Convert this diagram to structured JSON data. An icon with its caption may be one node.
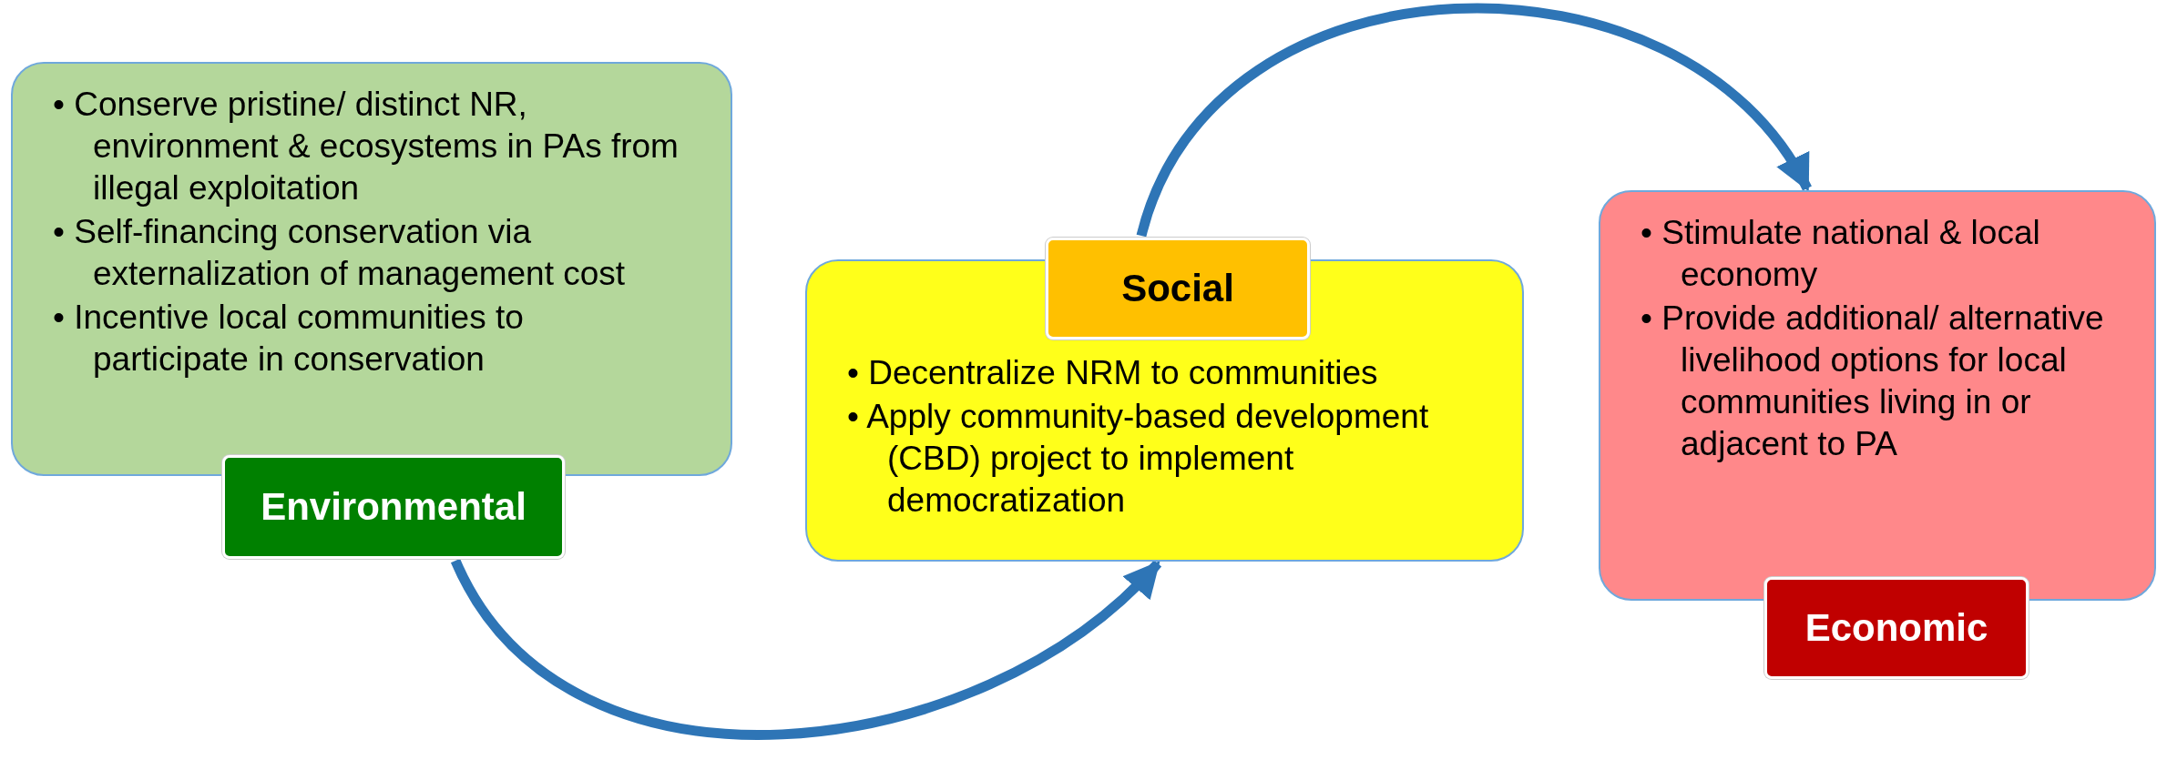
{
  "diagram": {
    "nodes": [
      {
        "text": [
          "• Conserve pristine/ distinct NR, environment & ecosystems in PAs from illegal exploitation",
          "• Self-financing conservation via externalization of management cost",
          "• Incentive local communities to participate in conservation"
        ]
      },
      {
        "text": [
          "Environmental"
        ]
      },
      {
        "text": [
          "Social"
        ]
      },
      {
        "text": [
          "• Decentralize NRM to communities",
          "• Apply community-based development (CBD) project to implement democratization"
        ]
      },
      {
        "text": [
          "• Stimulate national & local economy",
          "• Provide additional/ alternative livelihood options for local communities living in or adjacent to PA"
        ]
      },
      {
        "text": [
          "Economic"
        ]
      }
    ],
    "edges": [
      {
        "from": 1,
        "to": 3,
        "arrow": "to"
      },
      {
        "from": 2,
        "to": 4,
        "arrow": "to"
      }
    ]
  }
}
